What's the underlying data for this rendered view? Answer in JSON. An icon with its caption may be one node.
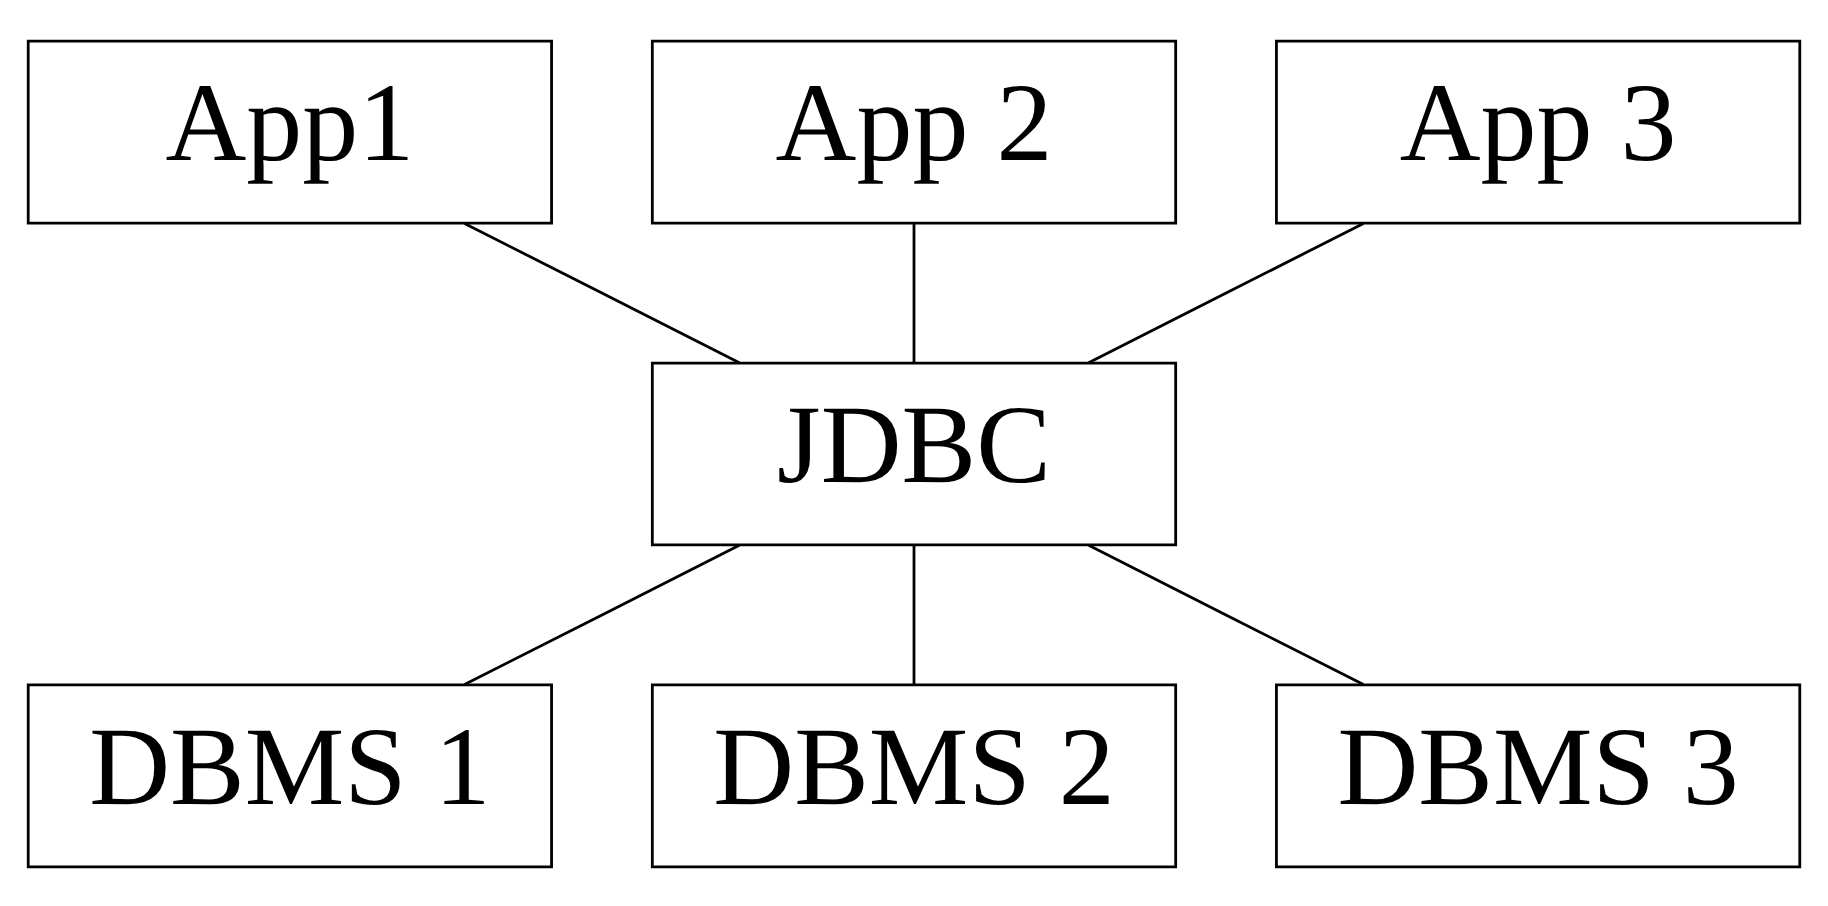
{
  "diagram": {
    "nodes": [
      {
        "text": [
          "App1"
        ]
      },
      {
        "text": [
          "App 2"
        ]
      },
      {
        "text": [
          "App 3"
        ]
      },
      {
        "text": [
          "JDBC"
        ]
      },
      {
        "text": [
          "DBMS 1"
        ]
      },
      {
        "text": [
          "DBMS 2"
        ]
      },
      {
        "text": [
          "DBMS 3"
        ]
      }
    ],
    "edges": [
      {
        "from": 0,
        "to": 3,
        "arrow": "none"
      },
      {
        "from": 1,
        "to": 3,
        "arrow": "none"
      },
      {
        "from": 2,
        "to": 3,
        "arrow": "none"
      },
      {
        "from": 3,
        "to": 4,
        "arrow": "none"
      },
      {
        "from": 3,
        "to": 5,
        "arrow": "none"
      },
      {
        "from": 3,
        "to": 6,
        "arrow": "none"
      }
    ]
  }
}
